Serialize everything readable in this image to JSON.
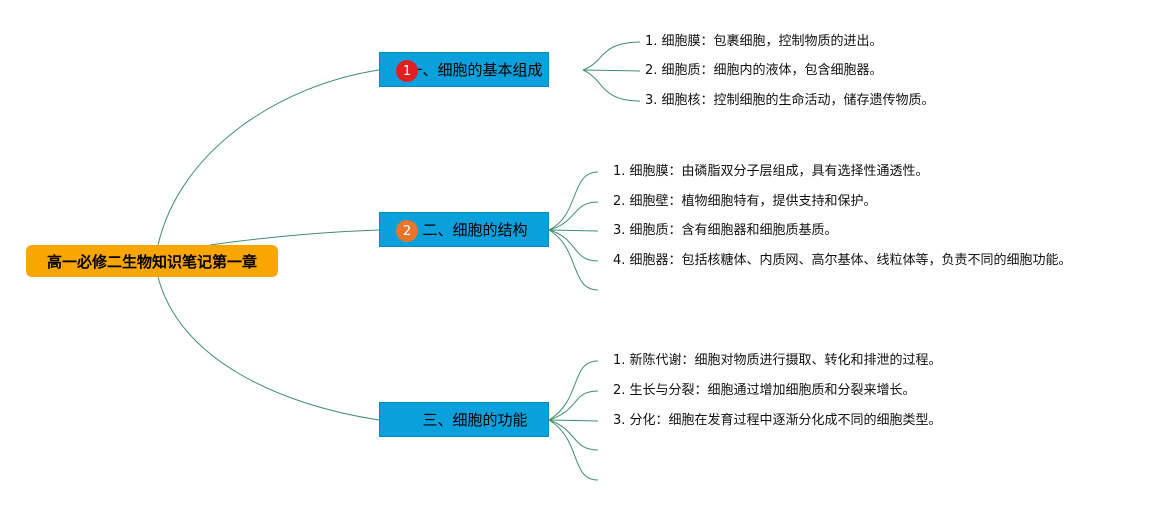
{
  "root": {
    "label": "高一必修二生物知识笔记第一章"
  },
  "branches": [
    {
      "badge": "1",
      "label": "一、细胞的基本组成",
      "items": [
        "1. 细胞膜：包裹细胞，控制物质的进出。",
        "2. 细胞质：细胞内的液体，包含细胞器。",
        "3. 细胞核：控制细胞的生命活动，储存遗传物质。"
      ]
    },
    {
      "badge": "2",
      "label": "二、细胞的结构",
      "items": [
        "1. 细胞膜：由磷脂双分子层组成，具有选择性通透性。",
        "2. 细胞壁：植物细胞特有，提供支持和保护。",
        "3. 细胞质：含有细胞器和细胞质基质。",
        "4. 细胞器：包括核糖体、内质网、高尔基体、线粒体等，负责不同的细胞功能。"
      ]
    },
    {
      "badge": "",
      "label": "三、细胞的功能",
      "items": [
        "1. 新陈代谢：细胞对物质进行摄取、转化和排泄的过程。",
        "2. 生长与分裂：细胞通过增加细胞质和分裂来增长。",
        "3. 分化：细胞在发育过程中逐渐分化成不同的细胞类型。"
      ]
    }
  ],
  "colors": {
    "root": "#f9a602",
    "branch": "#0aa0dc",
    "badge1": "#e02020",
    "badge2": "#e8762a",
    "connector": "#3f8f6f"
  }
}
